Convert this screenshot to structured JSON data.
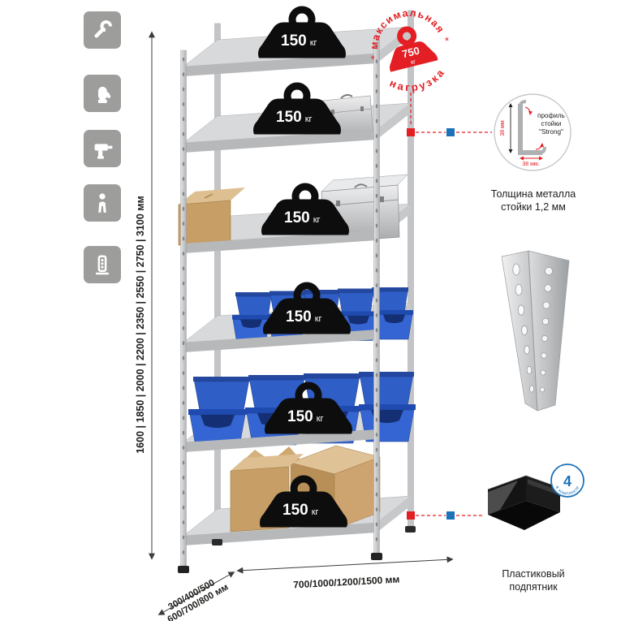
{
  "colors": {
    "accent_red": "#e31e24",
    "accent_blue": "#1d71b8",
    "icon_tile_gray": "#9d9d9c",
    "bin_blue": "#2e5ec6",
    "carton_tan": "#c69e66",
    "metal_light": "#d7d9db"
  },
  "left_icons": [
    {
      "name": "wrench-icon"
    },
    {
      "name": "gloves-icon"
    },
    {
      "name": "drill-icon"
    },
    {
      "name": "person-icon"
    },
    {
      "name": "rack-profile-icon"
    }
  ],
  "shelf_load": {
    "value": "150",
    "unit": "кг"
  },
  "max_load_stamp": {
    "arc_top": "максимальная",
    "arc_bottom": "нагрузка",
    "weight_value": "750",
    "weight_unit": "кг",
    "star": "*"
  },
  "dimensions": {
    "height_label": "1600 | 1850 | 2000 | 2200 | 2350 | 2550 | 2750 | 3100 мм",
    "width_label": "700/1000/1200/1500 мм",
    "depth_label_line1": "300/400/500",
    "depth_label_line2": "600/700/800 мм"
  },
  "profile_callout": {
    "dim_side": "38 мм",
    "dim_bottom": "38 мм.",
    "label_line1": "профиль",
    "label_line2": "стойки",
    "label_line3": "\"Strong\"",
    "caption_line1": "Толщина металла",
    "caption_line2": "стойки 1,2 мм"
  },
  "foot_callout": {
    "badge_value": "4",
    "badge_text": "в комплекте",
    "caption_line1": "Пластиковый",
    "caption_line2": "подпятник"
  }
}
